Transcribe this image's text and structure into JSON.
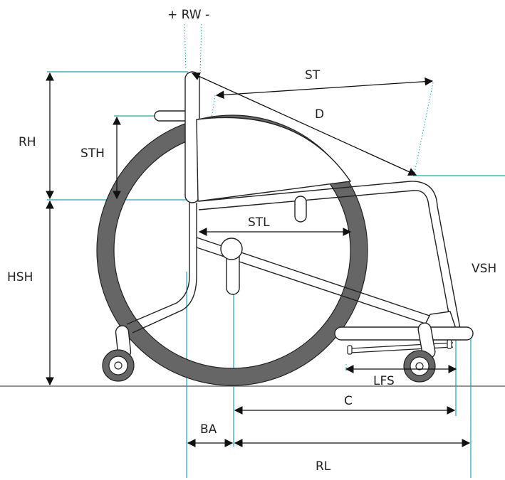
{
  "labels": {
    "rw": "+ RW -",
    "rh": "RH",
    "sth": "STH",
    "st": "ST",
    "d": "D",
    "stl": "STL",
    "hsh": "HSH",
    "vsh": "VSH",
    "lfs": "LFS",
    "c": "C",
    "ba": "BA",
    "rl": "RL"
  },
  "colors": {
    "frame": "#222222",
    "tire": "#666666",
    "guide": "#1aa6b7",
    "floor": "#555555"
  }
}
